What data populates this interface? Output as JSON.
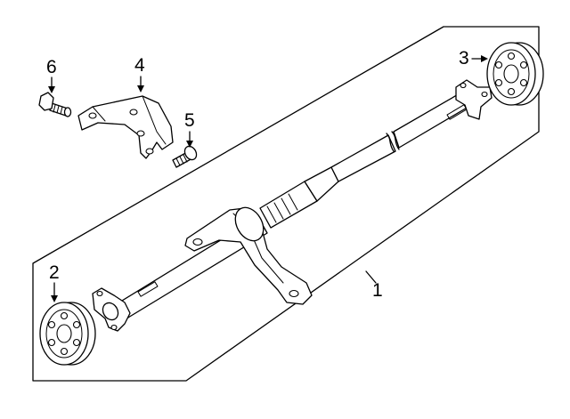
{
  "diagram": {
    "callouts": {
      "shaft_assembly": "1",
      "front_coupler": "2",
      "rear_coupler": "3",
      "heat_shield": "4",
      "shield_bolt": "5",
      "bracket_bolt": "6"
    }
  }
}
